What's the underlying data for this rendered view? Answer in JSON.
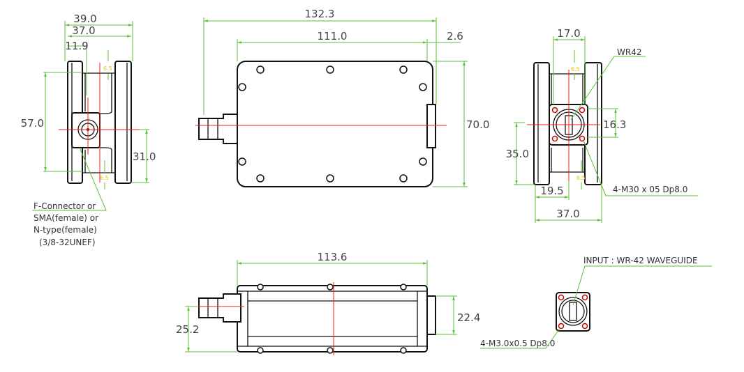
{
  "side_view_left": {
    "dims": {
      "width_outer": "39.0",
      "width_inner": "37.0",
      "offset": "11.9",
      "height": "57.0",
      "center_height": "31.0",
      "margin_top": "6.5",
      "margin_bottom": "6.5"
    },
    "connector_note": [
      "F-Connector or",
      "SMA(female) or",
      "N-type(female)",
      "(3/8-32UNEF)"
    ]
  },
  "front_view": {
    "dims": {
      "total_length": "132.3",
      "body_length": "111.0",
      "flange": "2.6",
      "height": "70.0"
    }
  },
  "side_view_right": {
    "dims": {
      "spacing": "17.0",
      "flange_height": "16.3",
      "center_height": "35.0",
      "center_offset": "19.5",
      "width": "37.0",
      "margin_top": "6.5",
      "margin_bottom": "6.5"
    },
    "waveguide_label": "WR42",
    "hole_note": "4-M30 x 05 Dp8.0"
  },
  "bottom_view": {
    "dims": {
      "length": "113.6",
      "connector_height": "25.2",
      "flange_height": "22.4"
    }
  },
  "input_flange": {
    "label": "INPUT : WR-42 WAVEGUIDE",
    "hole_note": "4-M3.0x0.5 Dp8.0"
  }
}
